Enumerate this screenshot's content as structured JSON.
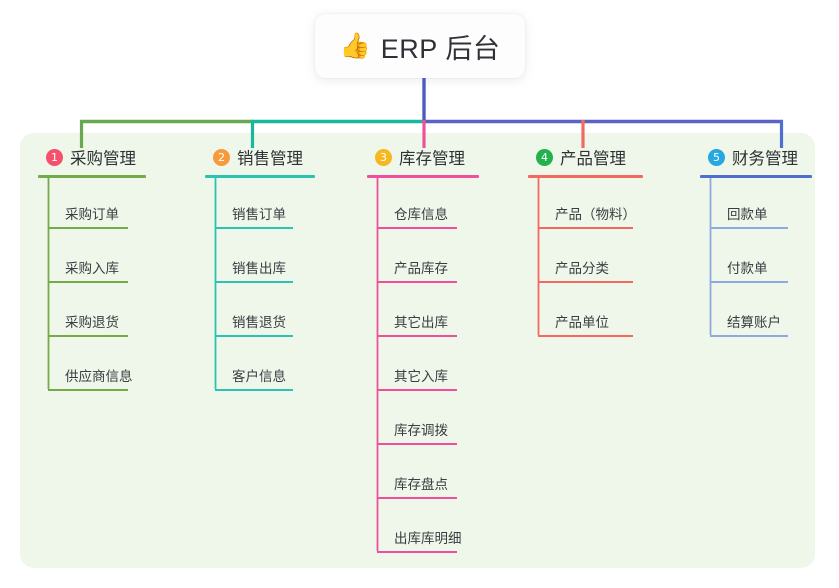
{
  "diagram": {
    "type": "mind-map",
    "root": {
      "icon": "thumbs-up-icon",
      "emoji": "👍",
      "title": "ERP 后台"
    },
    "panel_color": "#eef7e9",
    "trunk_color": "#4f5bbf",
    "bus_segments": [
      {
        "name": "bus-green",
        "color": "#6aa84f"
      },
      {
        "name": "bus-teal",
        "color": "#16b9a0"
      },
      {
        "name": "bus-indigo",
        "color": "#5b62c4"
      }
    ],
    "categories": [
      {
        "index": "1",
        "label": "采购管理",
        "badge_color": "#f4516c",
        "rule_color": "#74ab48",
        "branch_color": "#74ab48",
        "children": [
          "采购订单",
          "采购入库",
          "采购退货",
          "供应商信息"
        ]
      },
      {
        "index": "2",
        "label": "销售管理",
        "badge_color": "#f79a3c",
        "rule_color": "#2cc3b0",
        "branch_color": "#2cc3b0",
        "children": [
          "销售订单",
          "销售出库",
          "销售退货",
          "客户信息"
        ]
      },
      {
        "index": "3",
        "label": "库存管理",
        "badge_color": "#f5b820",
        "rule_color": "#ef4f9b",
        "branch_color": "#ef4f9b",
        "children": [
          "仓库信息",
          "产品库存",
          "其它出库",
          "其它入库",
          "库存调拨",
          "库存盘点",
          "出库库明细"
        ]
      },
      {
        "index": "4",
        "label": "产品管理",
        "badge_color": "#22b14c",
        "rule_color": "#f4695f",
        "branch_color": "#f4695f",
        "children": [
          "产品（物料）",
          "产品分类",
          "产品单位"
        ]
      },
      {
        "index": "5",
        "label": "财务管理",
        "badge_color": "#26a9e0",
        "rule_color": "#4f6fd0",
        "branch_color": "#8fa8e0",
        "children": [
          "回款单",
          "付款单",
          "结算账户"
        ]
      }
    ]
  }
}
